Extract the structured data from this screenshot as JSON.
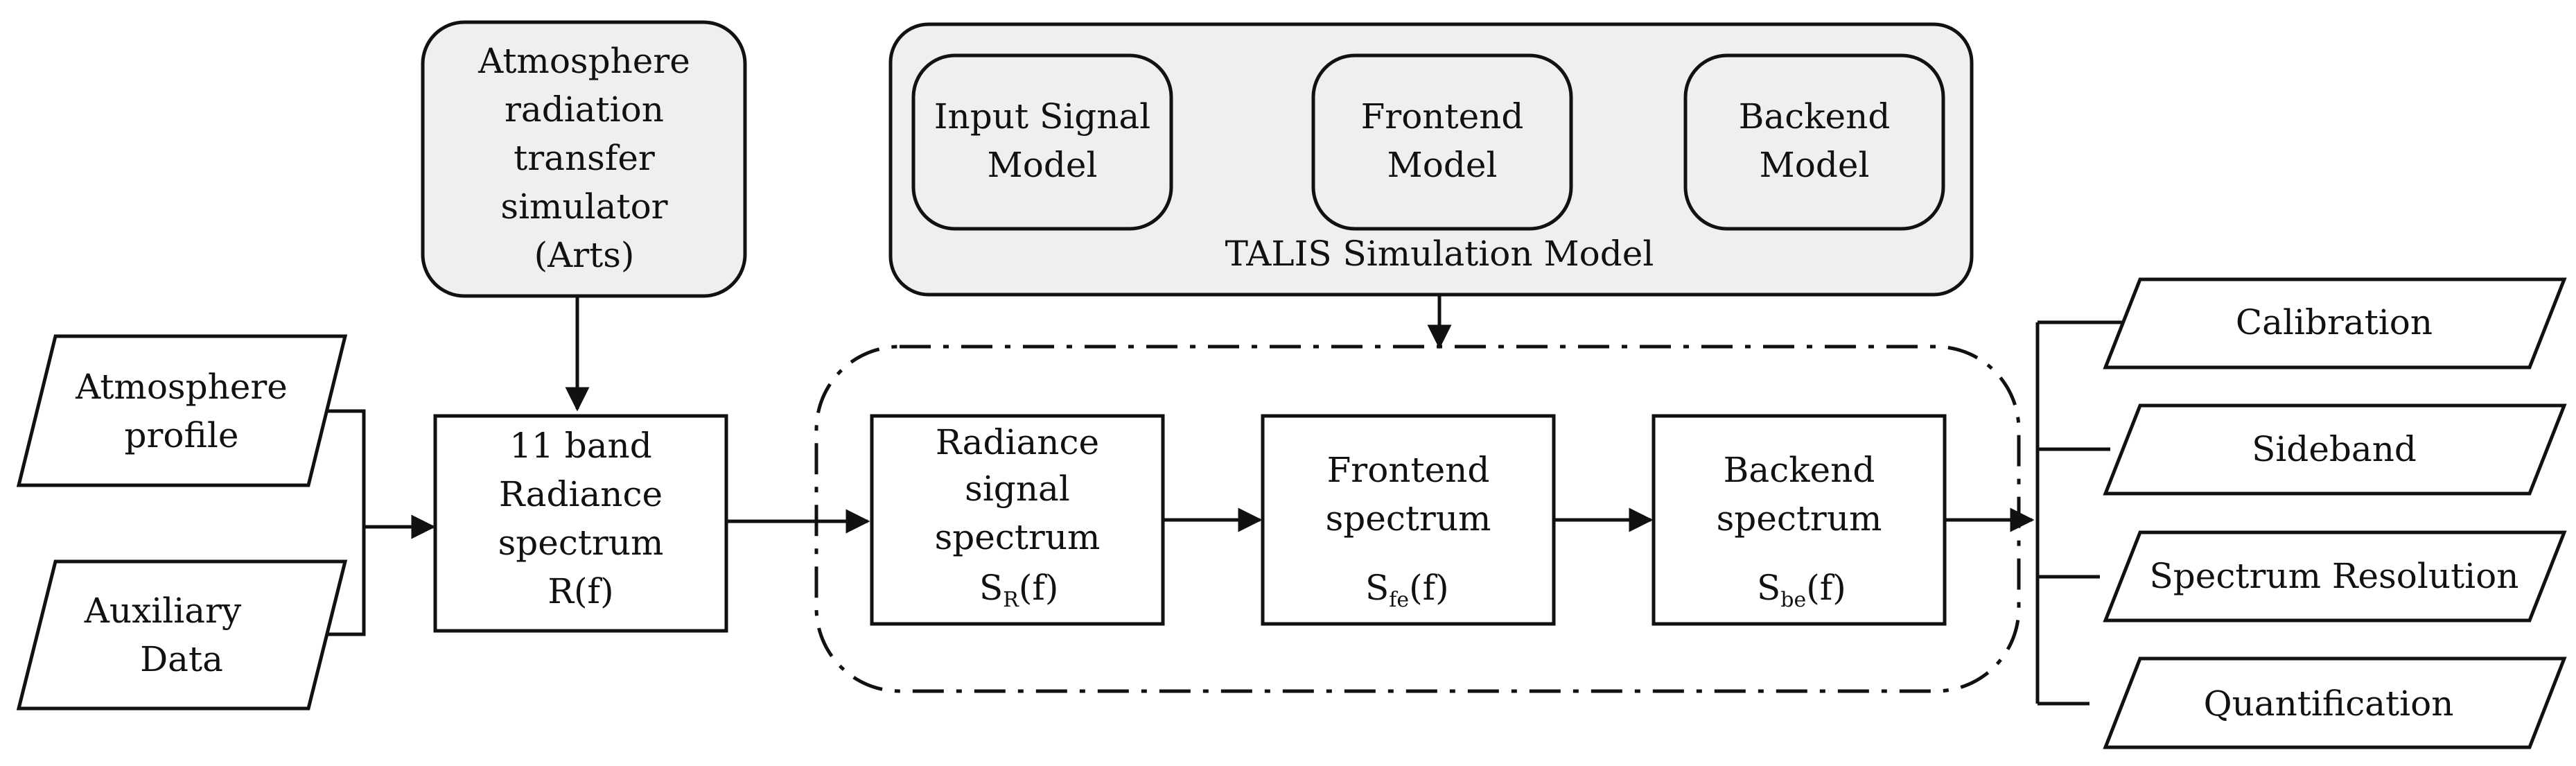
{
  "inputs": {
    "atmosphere_profile": [
      "Atmosphere",
      "profile"
    ],
    "auxiliary_data": [
      "Auxiliary",
      "Data"
    ]
  },
  "simulator": {
    "lines": [
      "Atmosphere",
      "radiation",
      "transfer",
      "simulator",
      "(Arts)"
    ]
  },
  "radiance_spectrum": {
    "lines": [
      "11 band",
      "Radiance",
      "spectrum",
      "R(f)"
    ]
  },
  "talis": {
    "title": "TALIS Simulation Model",
    "input_model": [
      "Input Signal",
      "Model"
    ],
    "frontend_model": [
      "Frontend",
      "Model"
    ],
    "backend_model": [
      "Backend",
      "Model"
    ]
  },
  "pipeline": {
    "radiance_signal": {
      "lines": [
        "Radiance",
        "signal",
        "spectrum"
      ],
      "symbol": "S",
      "subscript": "R",
      "suffix": "(f)"
    },
    "frontend": {
      "lines": [
        "Frontend",
        "spectrum"
      ],
      "symbol": "S",
      "subscript": "fe",
      "suffix": "(f)"
    },
    "backend": {
      "lines": [
        "Backend",
        "spectrum"
      ],
      "symbol": "S",
      "subscript": "be",
      "suffix": "(f)"
    }
  },
  "outputs": {
    "calibration": "Calibration",
    "sideband": "Sideband",
    "spectrum_resolution": "Spectrum Resolution",
    "quantification": "Quantification"
  }
}
